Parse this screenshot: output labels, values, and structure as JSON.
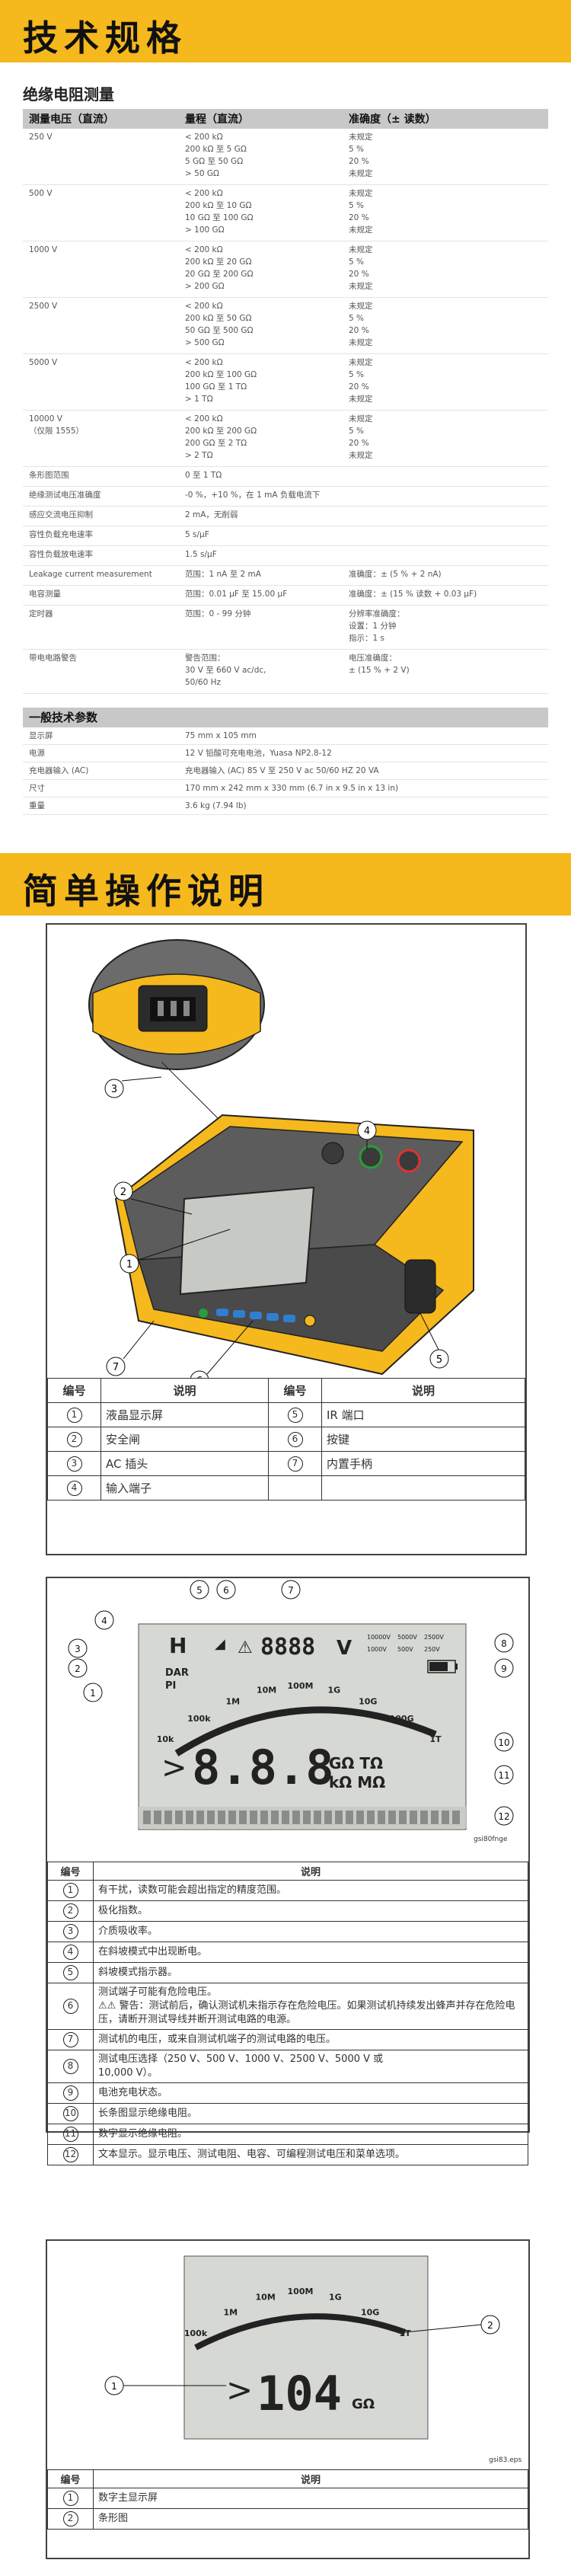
{
  "banner1": {
    "title": "技术规格"
  },
  "insulation": {
    "title": "绝缘电阻测量",
    "headers": [
      "测量电压（直流）",
      "量程（直流）",
      "准确度（± 读数）"
    ],
    "rows": [
      {
        "v": [
          "250 V"
        ],
        "r": [
          "< 200 kΩ",
          "200 kΩ 至 5 GΩ",
          "5 GΩ 至 50 GΩ",
          "> 50 GΩ"
        ],
        "a": [
          "未规定",
          "5 %",
          "20 %",
          "未规定"
        ]
      },
      {
        "v": [
          "500 V"
        ],
        "r": [
          "< 200 kΩ",
          "200 kΩ 至 10 GΩ",
          "10 GΩ 至 100 GΩ",
          "> 100 GΩ"
        ],
        "a": [
          "未规定",
          "5 %",
          "20 %",
          "未规定"
        ]
      },
      {
        "v": [
          "1000 V"
        ],
        "r": [
          "< 200 kΩ",
          "200 kΩ 至 20 GΩ",
          "20 GΩ 至 200 GΩ",
          "> 200 GΩ"
        ],
        "a": [
          "未规定",
          "5 %",
          "20 %",
          "未规定"
        ]
      },
      {
        "v": [
          "2500 V"
        ],
        "r": [
          "< 200 kΩ",
          "200 kΩ 至 50 GΩ",
          "50 GΩ 至 500 GΩ",
          "> 500 GΩ"
        ],
        "a": [
          "未规定",
          "5 %",
          "20 %",
          "未规定"
        ]
      },
      {
        "v": [
          "5000 V"
        ],
        "r": [
          "< 200 kΩ",
          "200 kΩ 至 100 GΩ",
          "100 GΩ 至 1 TΩ",
          "> 1 TΩ"
        ],
        "a": [
          "未规定",
          "5 %",
          "20 %",
          "未规定"
        ]
      },
      {
        "v": [
          "10000 V",
          "（仅限 1555）"
        ],
        "r": [
          "< 200 kΩ",
          "200 kΩ 至 200 GΩ",
          "200 GΩ 至 2 TΩ",
          "> 2 TΩ"
        ],
        "a": [
          "未规定",
          "5 %",
          "20 %",
          "未规定"
        ]
      },
      {
        "v": [
          "条形图范围"
        ],
        "r": [
          "0 至 1 TΩ"
        ],
        "a": [
          ""
        ]
      },
      {
        "v": [
          "绝缘测试电压准确度"
        ],
        "r": [
          "-0 %，+10 %，在 1 mA 负载电流下"
        ],
        "a": [
          ""
        ]
      },
      {
        "v": [
          "感应交流电压抑制"
        ],
        "r": [
          "2 mA，无削弱"
        ],
        "a": [
          ""
        ]
      },
      {
        "v": [
          "容性负载充电速率"
        ],
        "r": [
          "5 s/μF"
        ],
        "a": [
          ""
        ]
      },
      {
        "v": [
          "容性负载放电速率"
        ],
        "r": [
          "1.5 s/μF"
        ],
        "a": [
          ""
        ]
      },
      {
        "v": [
          "Leakage current measurement"
        ],
        "r": [
          "范围：1 nA 至 2 mA"
        ],
        "a": [
          "准确度：± (5 % + 2 nA)"
        ]
      },
      {
        "v": [
          "电容测量"
        ],
        "r": [
          "范围：0.01 μF 至 15.00 μF"
        ],
        "a": [
          "准确度：± (15 % 读数 + 0.03 μF)"
        ]
      },
      {
        "v": [
          "定时器"
        ],
        "r": [
          "范围：0 - 99 分钟"
        ],
        "a": [
          "分辨率准确度：",
          "设置：1 分钟",
          "指示：1 s"
        ]
      },
      {
        "v": [
          "带电电路警告"
        ],
        "r": [
          "警告范围：",
          "30 V 至 660 V ac/dc,",
          "50/60 Hz"
        ],
        "a": [
          "电压准确度：",
          "± (15 % + 2 V)"
        ]
      }
    ]
  },
  "general": {
    "title": "一般技术参数",
    "rows": [
      {
        "k": "显示屏",
        "v": "75 mm x 105 mm"
      },
      {
        "k": "电源",
        "v": "12 V 铅酸可充电电池，Yuasa NP2.8-12"
      },
      {
        "k": "充电器输入 (AC)",
        "v": "充电器输入 (AC) 85 V 至 250 V ac 50/60 HZ 20 VA"
      },
      {
        "k": "尺寸",
        "v": "170 mm x 242 mm x 330 mm (6.7 in x 9.5 in x 13 in)"
      },
      {
        "k": "重量",
        "v": "3.6 kg (7.94 lb)"
      }
    ]
  },
  "banner2": {
    "title": "简单操作说明"
  },
  "callouts1": {
    "headers": [
      "编号",
      "说明",
      "编号",
      "说明"
    ],
    "rows": [
      {
        "n1": "1",
        "d1": "液晶显示屏",
        "n2": "5",
        "d2": "IR 端口"
      },
      {
        "n1": "2",
        "d1": "安全闸",
        "n2": "6",
        "d2": "按键"
      },
      {
        "n1": "3",
        "d1": "AC 插头",
        "n2": "7",
        "d2": "内置手柄"
      },
      {
        "n1": "4",
        "d1": "输入端子",
        "n2": "",
        "d2": ""
      }
    ]
  },
  "lcd": {
    "bigv": "8888",
    "unit_v": "V",
    "volts": [
      "10000V",
      "5000V",
      "2500V",
      "1000V",
      "500V",
      "250V"
    ],
    "dar": "DAR",
    "pi": "PI",
    "scale": [
      "10k",
      "100k",
      "1M",
      "10M",
      "100M",
      "1G",
      "10G",
      "100G",
      "1T"
    ],
    "big": "8.8.8",
    "unit1": "GΩ TΩ",
    "unit2": "kΩ MΩ",
    "tag": "gsi80fnge",
    "bar_segments": 30,
    "battery_level": 0.75
  },
  "callouts2": {
    "headers": [
      "编号",
      "说明"
    ],
    "rows": [
      {
        "n": "1",
        "d": "有干扰，读数可能会超出指定的精度范围。"
      },
      {
        "n": "2",
        "d": "极化指数。"
      },
      {
        "n": "3",
        "d": "介质吸收率。"
      },
      {
        "n": "4",
        "d": "在斜坡模式中出现断电。"
      },
      {
        "n": "5",
        "d": "斜坡模式指示器。"
      },
      {
        "n": "6",
        "d": "测试端子可能有危险电压。",
        "d2": "⚠⚠ 警告：测试前后，确认测试机未指示存在危险电压。如果测试机持续发出蜂声并存在危险电压，请断开测试导线并断开测试电路的电源。"
      },
      {
        "n": "7",
        "d": "测试机的电压，或来自测试机端子的测试电路的电压。"
      },
      {
        "n": "8",
        "d": "测试电压选择（250 V、500 V、1000 V、2500 V、5000 V 或",
        "d2": "10,000 V）。"
      },
      {
        "n": "9",
        "d": "电池充电状态。"
      },
      {
        "n": "10",
        "d": "长条图显示绝缘电阻。"
      },
      {
        "n": "11",
        "d": "数字显示绝缘电阻。"
      },
      {
        "n": "12",
        "d": "文本显示。显示电压、测试电阻、电容、可编程测试电压和菜单选项。"
      }
    ]
  },
  "lcd2": {
    "scale": [
      "100k",
      "1M",
      "10M",
      "100M",
      "1G",
      "10G",
      "1T"
    ],
    "value": "104",
    "unit": "GΩ",
    "tag": "gsi83.eps"
  },
  "callouts3": {
    "headers": [
      "编号",
      "说明"
    ],
    "rows": [
      {
        "n": "1",
        "d": "数字主显示屏"
      },
      {
        "n": "2",
        "d": "条形图"
      }
    ]
  }
}
